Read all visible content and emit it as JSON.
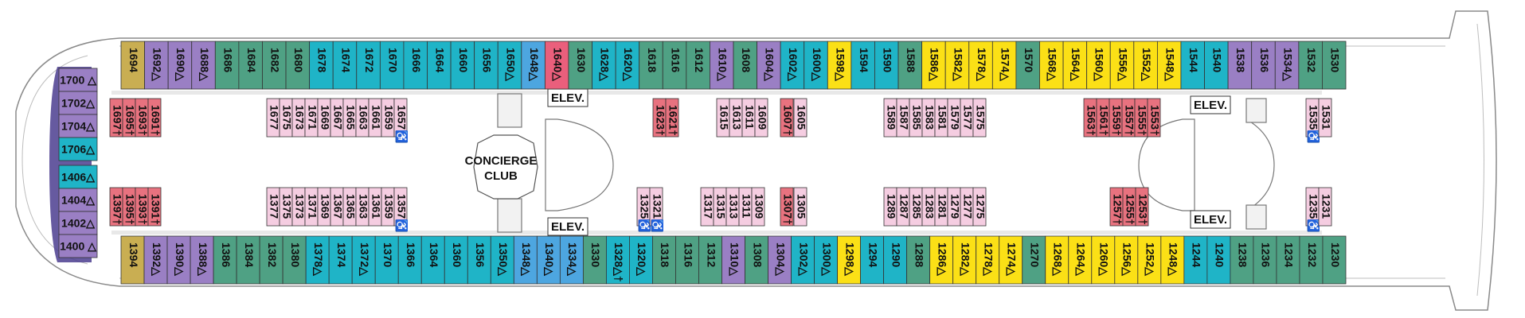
{
  "colors": {
    "olive": "#c9ae52",
    "purple": "#9a7fc4",
    "teal_green": "#4fa184",
    "cyan": "#1fb4c7",
    "blue": "#4da6e0",
    "red": "#ea5f7c",
    "yellow": "#fbe016",
    "pink_interior": "#f5cde1",
    "red_interior": "#e8727f"
  },
  "labels": {
    "elev": "ELEV.",
    "concierge_line1": "CONCIERGE",
    "concierge_line2": "CLUB"
  },
  "cabins_top": [
    {
      "n": "1694",
      "c": "olive"
    },
    {
      "n": "1692△",
      "c": "purple"
    },
    {
      "n": "1690△",
      "c": "purple"
    },
    {
      "n": "1688△",
      "c": "purple"
    },
    {
      "n": "1686",
      "c": "teal_green"
    },
    {
      "n": "1684",
      "c": "teal_green"
    },
    {
      "n": "1682",
      "c": "teal_green"
    },
    {
      "n": "1680",
      "c": "teal_green"
    },
    {
      "n": "1678",
      "c": "cyan"
    },
    {
      "n": "1674",
      "c": "cyan"
    },
    {
      "n": "1672",
      "c": "cyan"
    },
    {
      "n": "1670",
      "c": "cyan"
    },
    {
      "n": "1666",
      "c": "cyan"
    },
    {
      "n": "1664",
      "c": "cyan"
    },
    {
      "n": "1660",
      "c": "cyan"
    },
    {
      "n": "1656",
      "c": "cyan"
    },
    {
      "n": "1650△",
      "c": "cyan"
    },
    {
      "n": "1648△",
      "c": "blue"
    },
    {
      "n": "1640△",
      "c": "red"
    },
    {
      "n": "1630",
      "c": "teal_green"
    },
    {
      "n": "1628△",
      "c": "cyan"
    },
    {
      "n": "1620△",
      "c": "cyan"
    },
    {
      "n": "1618",
      "c": "teal_green"
    },
    {
      "n": "1616",
      "c": "teal_green"
    },
    {
      "n": "1612",
      "c": "teal_green"
    },
    {
      "n": "1610△",
      "c": "purple"
    },
    {
      "n": "1608",
      "c": "teal_green"
    },
    {
      "n": "1604△",
      "c": "purple"
    },
    {
      "n": "1602△",
      "c": "cyan"
    },
    {
      "n": "1600△",
      "c": "cyan"
    },
    {
      "n": "1598△",
      "c": "yellow"
    },
    {
      "n": "1594",
      "c": "cyan"
    },
    {
      "n": "1590",
      "c": "cyan"
    },
    {
      "n": "1588",
      "c": "teal_green"
    },
    {
      "n": "1586△",
      "c": "yellow"
    },
    {
      "n": "1582△",
      "c": "yellow"
    },
    {
      "n": "1578△",
      "c": "yellow"
    },
    {
      "n": "1574△",
      "c": "yellow"
    },
    {
      "n": "1570",
      "c": "teal_green"
    },
    {
      "n": "1568△",
      "c": "yellow"
    },
    {
      "n": "1564△",
      "c": "yellow"
    },
    {
      "n": "1560△",
      "c": "yellow"
    },
    {
      "n": "1556△",
      "c": "yellow"
    },
    {
      "n": "1552△",
      "c": "yellow"
    },
    {
      "n": "1548△",
      "c": "yellow"
    },
    {
      "n": "1544",
      "c": "cyan"
    },
    {
      "n": "1540",
      "c": "cyan"
    },
    {
      "n": "1538",
      "c": "purple"
    },
    {
      "n": "1536",
      "c": "purple"
    },
    {
      "n": "1534△",
      "c": "purple"
    },
    {
      "n": "1532",
      "c": "teal_green"
    },
    {
      "n": "1530",
      "c": "teal_green"
    }
  ],
  "cabins_bottom": [
    {
      "n": "1394",
      "c": "olive"
    },
    {
      "n": "1392△",
      "c": "purple"
    },
    {
      "n": "1390△",
      "c": "purple"
    },
    {
      "n": "1388△",
      "c": "purple"
    },
    {
      "n": "1386",
      "c": "teal_green"
    },
    {
      "n": "1384",
      "c": "teal_green"
    },
    {
      "n": "1382",
      "c": "teal_green"
    },
    {
      "n": "1380",
      "c": "teal_green"
    },
    {
      "n": "1378△",
      "c": "cyan"
    },
    {
      "n": "1374",
      "c": "cyan"
    },
    {
      "n": "1372△",
      "c": "cyan"
    },
    {
      "n": "1370",
      "c": "cyan"
    },
    {
      "n": "1366",
      "c": "cyan"
    },
    {
      "n": "1364",
      "c": "cyan"
    },
    {
      "n": "1360",
      "c": "cyan"
    },
    {
      "n": "1356",
      "c": "cyan"
    },
    {
      "n": "1350△",
      "c": "cyan"
    },
    {
      "n": "1348△",
      "c": "blue"
    },
    {
      "n": "1340△",
      "c": "blue"
    },
    {
      "n": "1334△",
      "c": "blue"
    },
    {
      "n": "1330",
      "c": "teal_green"
    },
    {
      "n": "1328△†",
      "c": "cyan"
    },
    {
      "n": "1320△",
      "c": "cyan"
    },
    {
      "n": "1318",
      "c": "teal_green"
    },
    {
      "n": "1316",
      "c": "teal_green"
    },
    {
      "n": "1312",
      "c": "teal_green"
    },
    {
      "n": "1310△",
      "c": "purple"
    },
    {
      "n": "1308",
      "c": "teal_green"
    },
    {
      "n": "1304△",
      "c": "purple"
    },
    {
      "n": "1302△",
      "c": "cyan"
    },
    {
      "n": "1300△",
      "c": "cyan"
    },
    {
      "n": "1298△",
      "c": "yellow"
    },
    {
      "n": "1294",
      "c": "cyan"
    },
    {
      "n": "1290",
      "c": "cyan"
    },
    {
      "n": "1288",
      "c": "teal_green"
    },
    {
      "n": "1286△",
      "c": "yellow"
    },
    {
      "n": "1282△",
      "c": "yellow"
    },
    {
      "n": "1278△",
      "c": "yellow"
    },
    {
      "n": "1274△",
      "c": "yellow"
    },
    {
      "n": "1270",
      "c": "teal_green"
    },
    {
      "n": "1268△",
      "c": "yellow"
    },
    {
      "n": "1264△",
      "c": "yellow"
    },
    {
      "n": "1260△",
      "c": "yellow"
    },
    {
      "n": "1256△",
      "c": "yellow"
    },
    {
      "n": "1252△",
      "c": "yellow"
    },
    {
      "n": "1248△",
      "c": "yellow"
    },
    {
      "n": "1244",
      "c": "cyan"
    },
    {
      "n": "1240",
      "c": "cyan"
    },
    {
      "n": "1238",
      "c": "teal_green"
    },
    {
      "n": "1236",
      "c": "teal_green"
    },
    {
      "n": "1234",
      "c": "teal_green"
    },
    {
      "n": "1232",
      "c": "teal_green"
    },
    {
      "n": "1230",
      "c": "teal_green"
    }
  ],
  "bow_cabins": [
    {
      "n": "1700 △",
      "c": "purple"
    },
    {
      "n": "1702△",
      "c": "purple"
    },
    {
      "n": "1704△",
      "c": "purple"
    },
    {
      "n": "1706△",
      "c": "cyan"
    },
    {
      "n": "1406△",
      "c": "cyan"
    },
    {
      "n": "1404△",
      "c": "purple"
    },
    {
      "n": "1402△",
      "c": "purple"
    },
    {
      "n": "1400 △",
      "c": "purple"
    }
  ],
  "interior_groups": [
    {
      "c": "red_interior",
      "cabins": [
        "1697†",
        "1695†",
        "1693†",
        "1691†"
      ]
    },
    {
      "c": "pink_interior",
      "cabins": [
        "1677",
        "1675",
        "1673",
        "1671",
        "1669",
        "1667",
        "1665",
        "1663",
        "1661",
        "1659",
        "1657♿"
      ]
    },
    {
      "c": "red_interior",
      "cabins": [
        "1623†",
        "1621†"
      ]
    },
    {
      "c": "pink_interior",
      "cabins": [
        "1615",
        "1613",
        "1611",
        "1609"
      ]
    },
    {
      "c": "red_interior",
      "cabins": [
        "1607†"
      ]
    },
    {
      "c": "pink_interior",
      "cabins": [
        "1605"
      ]
    },
    {
      "c": "pink_interior",
      "cabins": [
        "1589",
        "1587",
        "1585",
        "1583",
        "1581",
        "1579",
        "1577",
        "1575"
      ]
    },
    {
      "c": "red_interior",
      "cabins": [
        "1563†",
        "1561†",
        "1559†",
        "1557†",
        "1555†",
        "1553†"
      ]
    },
    {
      "c": "pink_interior",
      "cabins": [
        "1535♿",
        "1531"
      ]
    },
    {
      "c": "red_interior",
      "cabins": [
        "1397†",
        "1395†",
        "1393†",
        "1391†"
      ]
    },
    {
      "c": "pink_interior",
      "cabins": [
        "1377",
        "1375",
        "1373",
        "1371",
        "1369",
        "1367",
        "1365",
        "1363",
        "1361",
        "1359",
        "1357♿"
      ]
    },
    {
      "c": "pink_interior",
      "cabins": [
        "1325♿",
        "1321♿"
      ]
    },
    {
      "c": "pink_interior",
      "cabins": [
        "1317",
        "1315",
        "1313",
        "1311",
        "1309"
      ]
    },
    {
      "c": "red_interior",
      "cabins": [
        "1307†"
      ]
    },
    {
      "c": "pink_interior",
      "cabins": [
        "1305"
      ]
    },
    {
      "c": "pink_interior",
      "cabins": [
        "1289",
        "1287",
        "1285",
        "1283",
        "1281",
        "1279",
        "1277",
        "1275"
      ]
    },
    {
      "c": "red_interior",
      "cabins": [
        "1257†",
        "1255†",
        "1253†"
      ]
    },
    {
      "c": "pink_interior",
      "cabins": [
        "1235♿",
        "1231"
      ]
    }
  ]
}
